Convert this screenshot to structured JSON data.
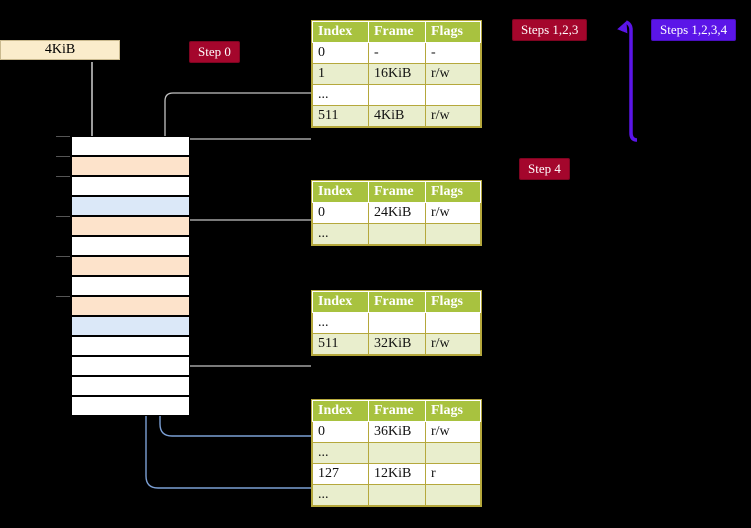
{
  "size_box": {
    "label": "4KiB"
  },
  "badges": [
    {
      "id": "step0",
      "label": "Step 0",
      "color": "#a4062c"
    },
    {
      "id": "steps123",
      "label": "Steps 1,2,3",
      "color": "#a4062c"
    },
    {
      "id": "steps1234",
      "label": "Steps 1,2,3,4",
      "color": "#5b15e8"
    },
    {
      "id": "step4",
      "label": "Step 4",
      "color": "#a4062c"
    }
  ],
  "tables": [
    {
      "id": "pml4",
      "headers": [
        "Index",
        "Frame",
        "Flags"
      ],
      "rows": [
        {
          "cells": [
            "0",
            "-",
            "-"
          ],
          "highlight": false
        },
        {
          "cells": [
            "1",
            "16KiB",
            "r/w"
          ],
          "highlight": false
        },
        {
          "cells": [
            "...",
            "",
            ""
          ],
          "highlight": false
        },
        {
          "cells": [
            "511",
            "4KiB",
            "r/w"
          ],
          "highlight": true
        }
      ]
    },
    {
      "id": "pdpt",
      "headers": [
        "Index",
        "Frame",
        "Flags"
      ],
      "rows": [
        {
          "cells": [
            "0",
            "24KiB",
            "r/w"
          ],
          "highlight": false
        },
        {
          "cells": [
            "...",
            "",
            ""
          ],
          "highlight": false
        }
      ]
    },
    {
      "id": "pd",
      "headers": [
        "Index",
        "Frame",
        "Flags"
      ],
      "rows": [
        {
          "cells": [
            "...",
            "",
            ""
          ],
          "highlight": false
        },
        {
          "cells": [
            "511",
            "32KiB",
            "r/w"
          ],
          "highlight": false
        }
      ]
    },
    {
      "id": "pt",
      "headers": [
        "Index",
        "Frame",
        "Flags"
      ],
      "rows": [
        {
          "cells": [
            "0",
            "36KiB",
            "r/w"
          ],
          "highlight": false
        },
        {
          "cells": [
            "...",
            "",
            ""
          ],
          "highlight": false
        },
        {
          "cells": [
            "127",
            "12KiB",
            "r"
          ],
          "highlight": false
        },
        {
          "cells": [
            "...",
            "",
            ""
          ],
          "highlight": false
        }
      ]
    }
  ],
  "memory_grid": {
    "rows": [
      {
        "fill": "white",
        "tick": true
      },
      {
        "fill": "orange",
        "tick": true
      },
      {
        "fill": "white",
        "tick": true
      },
      {
        "fill": "blue",
        "tick": false
      },
      {
        "fill": "orange",
        "tick": true
      },
      {
        "fill": "white",
        "tick": false
      },
      {
        "fill": "orange",
        "tick": true
      },
      {
        "fill": "white",
        "tick": false
      },
      {
        "fill": "orange",
        "tick": true
      },
      {
        "fill": "blue",
        "tick": false
      },
      {
        "fill": "white",
        "tick": false
      },
      {
        "fill": "white",
        "tick": false
      },
      {
        "fill": "white",
        "tick": false
      },
      {
        "fill": "white",
        "tick": false
      }
    ],
    "fill_colors": {
      "white": "#ffffff",
      "orange": "#fde3cb",
      "blue": "#dbe8f8"
    }
  },
  "colors": {
    "table_header": "#a8c23f",
    "table_alt_row": "#e9eecd",
    "table_border": "#b5a83c",
    "highlight": "#fbf7a8",
    "size_box": "#faeccb",
    "gray_wire": "#bdbdbd",
    "blue_wire": "#7b9fd4",
    "purple_wire": "#5b15e8",
    "background": "#000000"
  }
}
